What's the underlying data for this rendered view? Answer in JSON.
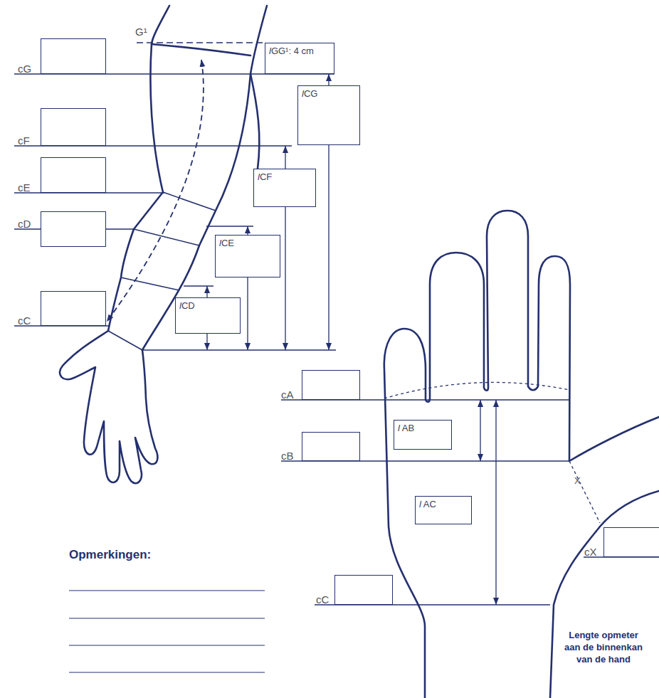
{
  "diagram": {
    "nodes": [
      {
        "text": [
          "cG"
        ]
      },
      {
        "text": [
          "lGG¹: 4 cm"
        ]
      },
      {
        "text": [
          "lCG"
        ]
      },
      {
        "text": [
          "cF"
        ]
      },
      {
        "text": [
          "cE"
        ]
      },
      {
        "text": [
          "lCF"
        ]
      },
      {
        "text": [
          "cD"
        ]
      },
      {
        "text": [
          "lCE"
        ]
      },
      {
        "text": [
          "cC"
        ]
      },
      {
        "text": [
          "lCD"
        ]
      },
      {
        "text": [
          "cA"
        ]
      },
      {
        "text": [
          "l AB"
        ]
      },
      {
        "text": [
          "cB"
        ]
      },
      {
        "text": [
          "l AC"
        ]
      },
      {
        "text": [
          "cX"
        ]
      },
      {
        "text": [
          "cC"
        ]
      }
    ],
    "labels": [
      "G¹",
      "X",
      "Lengte opmeter aan de binnenkan van de hand",
      "Opmerkingen:"
    ]
  }
}
